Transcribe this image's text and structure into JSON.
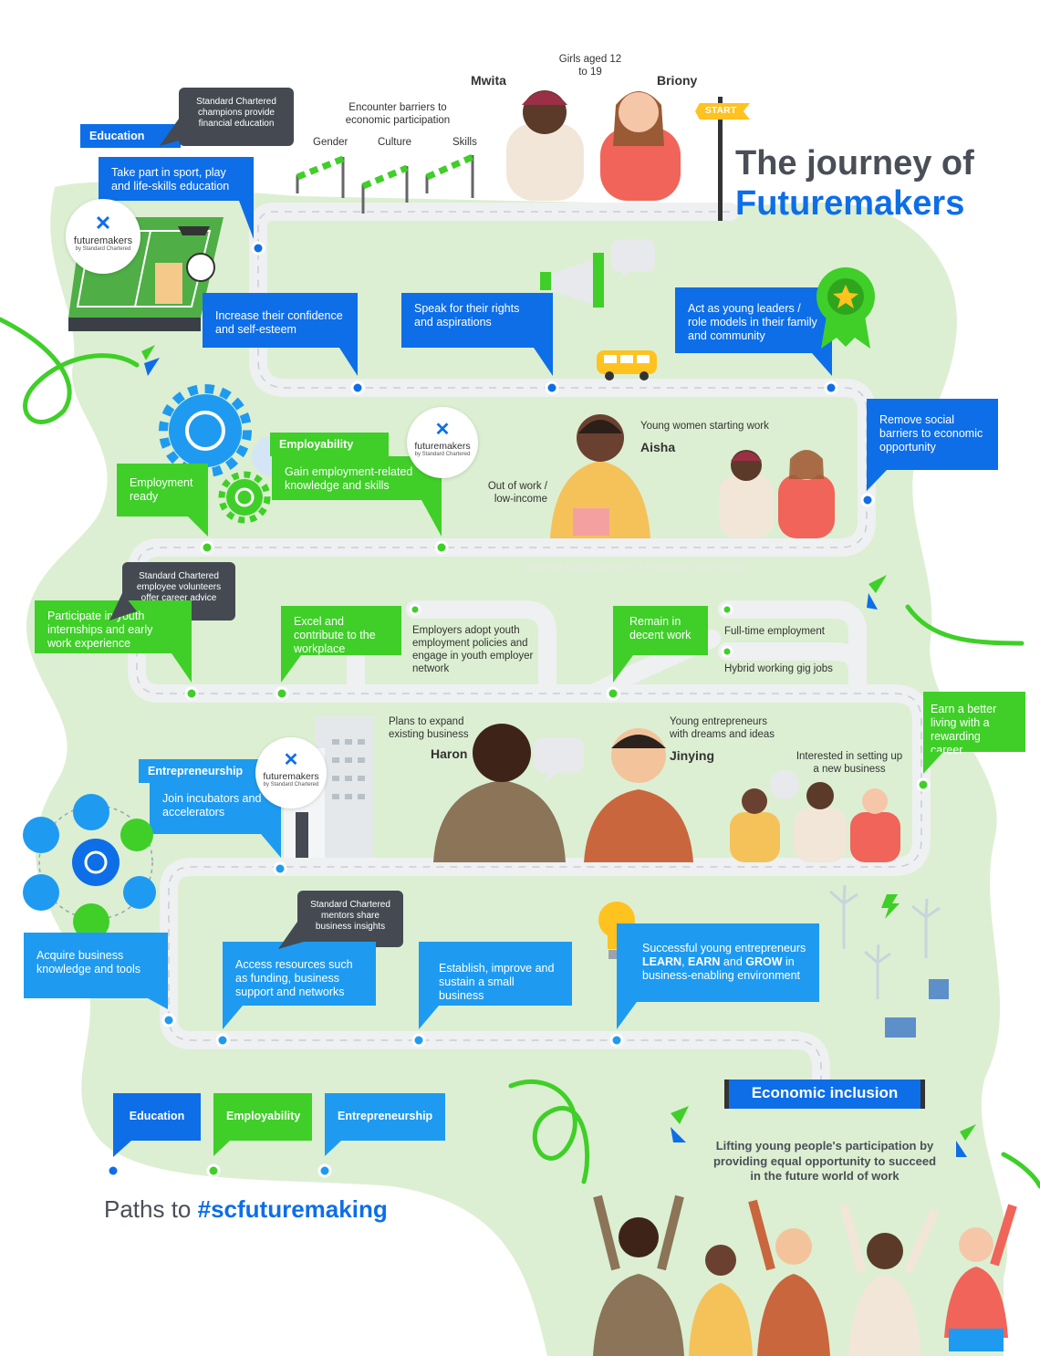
{
  "title": {
    "line1": "The journey of",
    "line2": "Futuremakers"
  },
  "start": {
    "label": "START"
  },
  "girls": {
    "label": "Girls aged 12 to 19",
    "name1": "Mwita",
    "name2": "Briony"
  },
  "barriers": {
    "heading": "Encounter barriers to economic participation",
    "items": [
      "Gender",
      "Culture",
      "Skills"
    ]
  },
  "education": {
    "tag": "Education",
    "sc_note": "Standard Chartered champions provide financial education",
    "sport": "Take part in sport, play and life-skills education",
    "confidence": "Increase their confidence and self-esteem",
    "rights": "Speak for their rights and aspirations",
    "leaders": "Act as young leaders / role models in their family and community",
    "remove_barriers": "Remove social barriers to economic opportunity"
  },
  "logo": {
    "name": "futuremakers",
    "sub": "by Standard Chartered"
  },
  "employability": {
    "tag": "Employability",
    "gain": "Gain employment-related knowledge and skills",
    "ready": "Employment ready",
    "out_of_work": "Out of work / low-income",
    "young_women": "Young women starting work",
    "aisha": "Aisha",
    "faint_text": "Remove social barriers to economic opportunity",
    "sc_note": "Standard Chartered employee volunteers offer career advice",
    "internships": "Participate in youth internships and early work experience",
    "excel": "Excel and contribute to the workplace",
    "employers": "Employers adopt youth employment policies and engage in youth employer network",
    "remain": "Remain in decent work",
    "fulltime": "Full-time employment",
    "hybrid": "Hybrid working gig jobs",
    "earn": "Earn a better living with a rewarding career"
  },
  "entrepreneurship": {
    "tag": "Entrepreneurship",
    "join": "Join incubators and accelerators",
    "plans": "Plans to expand existing business",
    "haron": "Haron",
    "young_ent": "Young entrepreneurs with dreams and ideas",
    "jinying": "Jinying",
    "interested": "Interested in setting up a new business",
    "sc_note": "Standard Chartered mentors share business insights",
    "acquire": "Acquire business knowledge and tools",
    "access": "Access resources such as funding, business support and networks",
    "establish": "Establish, improve and sustain a small business",
    "successful_pre": "Successful young entrepreneurs",
    "learn": "LEARN",
    "earn": "EARN",
    "and": "and",
    "grow": "GROW",
    "successful_post": "in business-enabling environment"
  },
  "finish": {
    "banner": "Economic inclusion",
    "text": "Lifting young people's participation by providing equal opportunity to succeed in the future world of work"
  },
  "legend": {
    "items": [
      "Education",
      "Employability",
      "Entrepreneurship"
    ],
    "paths_prefix": "Paths to",
    "hashtag": "#scfuturemaking"
  },
  "colors": {
    "blue": "#0d6ee8",
    "light_blue": "#1e9bf0",
    "green": "#3fcf28",
    "dark": "#454a52",
    "road": "#e9ecef",
    "land": "#dcefd2"
  }
}
